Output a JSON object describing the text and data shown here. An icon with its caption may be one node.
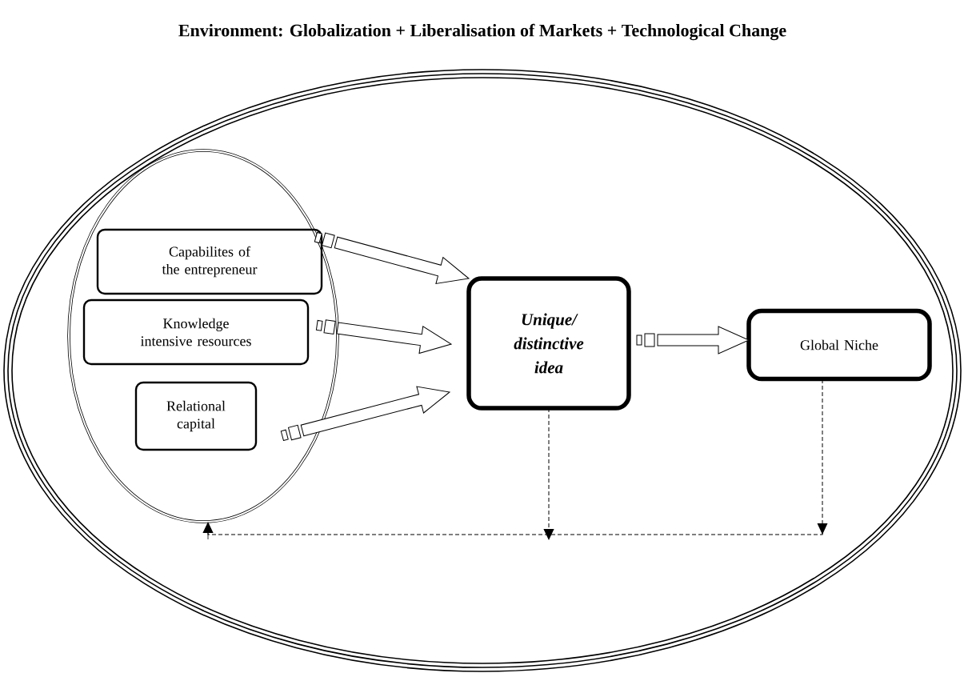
{
  "diagram": {
    "nodes": [
      {
        "text": [
          "Environment: Globalization + Liberalisation of Markets + Technological Change"
        ]
      },
      {
        "text": [],
        "shape": "ellipse",
        "in": 0
      },
      {
        "text": [
          "Capabilites of the entrepreneur"
        ],
        "in": 1
      },
      {
        "text": [
          "Knowledge intensive resources"
        ],
        "in": 1
      },
      {
        "text": [
          "Relational capital"
        ],
        "in": 1
      },
      {
        "text": [
          "Unique/ distinctive idea"
        ],
        "in": 0
      },
      {
        "text": [
          "Global Niche"
        ],
        "in": 0
      }
    ],
    "edges": [
      {
        "from": 2,
        "to": 5,
        "arrow": "to"
      },
      {
        "from": 3,
        "to": 5,
        "arrow": "to"
      },
      {
        "from": 4,
        "to": 5,
        "arrow": "to"
      },
      {
        "from": 5,
        "to": 6,
        "arrow": "to"
      },
      {
        "from": 5,
        "to": null,
        "arrow": "to",
        "style": "dashed"
      },
      {
        "from": 6,
        "to": 1,
        "arrow": "to",
        "style": "dashed"
      }
    ]
  }
}
